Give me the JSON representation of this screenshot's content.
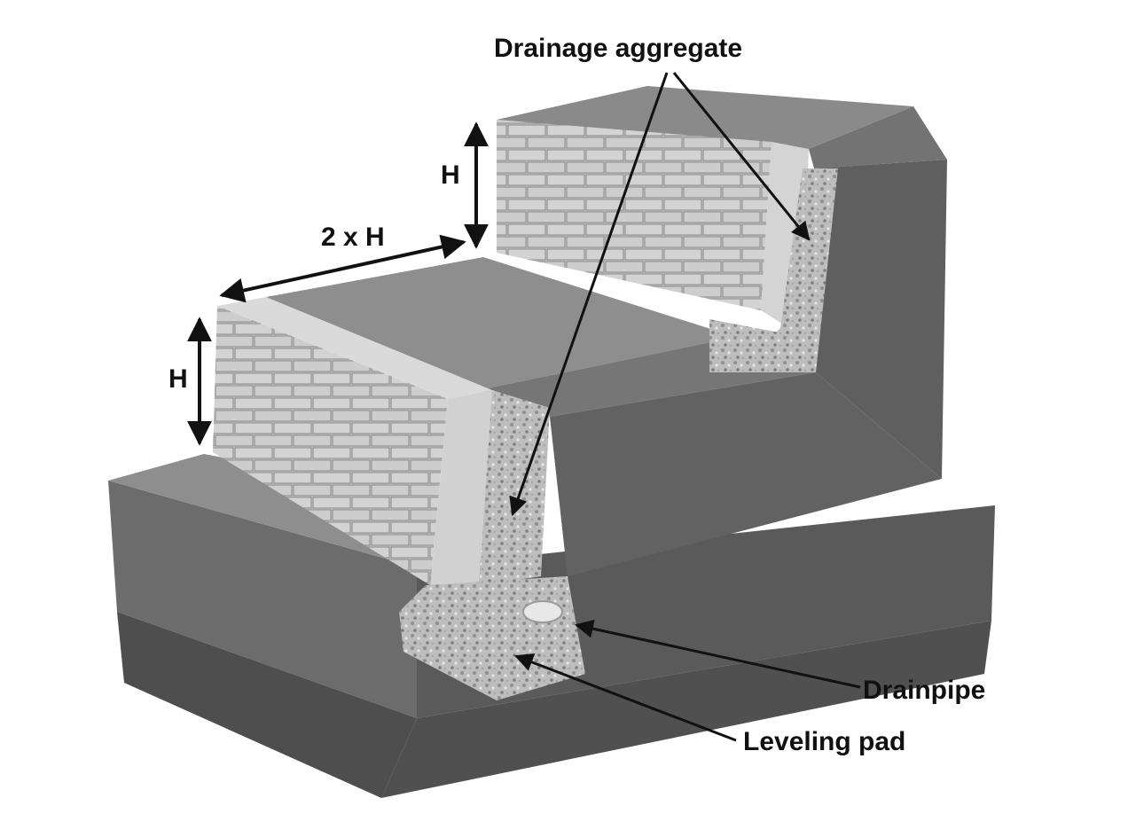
{
  "labels": {
    "drainage_aggregate": "Drainage aggregate",
    "drainpipe": "Drainpipe",
    "leveling_pad": "Leveling pad",
    "height_upper": "H",
    "height_lower": "H",
    "setback": "2 x H"
  },
  "colors": {
    "soil_top": "#8e8e8e",
    "soil_side": "#6c6c6c",
    "soil_front": "#5a5a5a",
    "block_face": "#c9c9c9",
    "block_cap": "#d9d9d9",
    "aggregate": "#bdbdbd",
    "arrow": "#111111"
  }
}
